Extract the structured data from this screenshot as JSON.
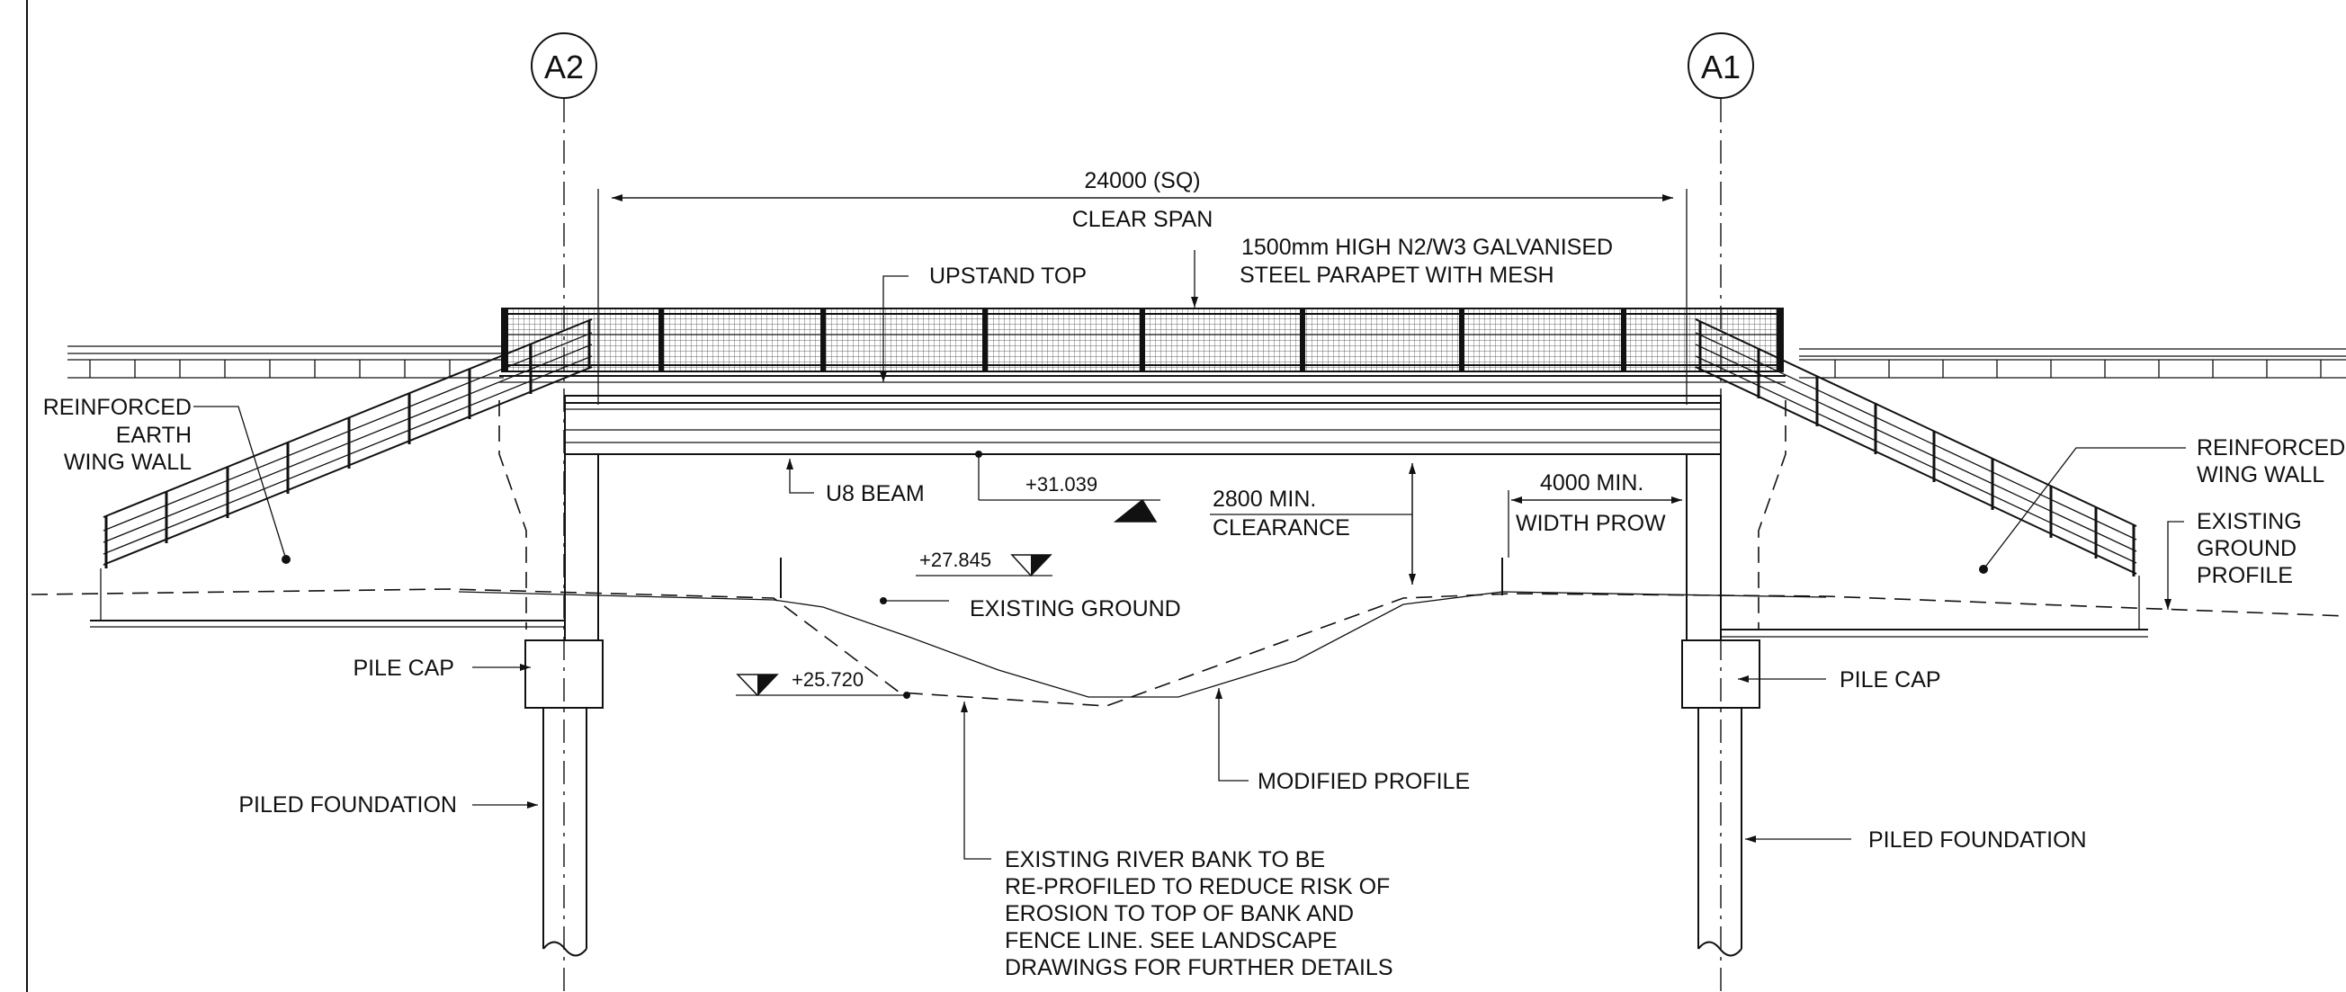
{
  "gridlines": [
    {
      "label": "A2"
    },
    {
      "label": "A1"
    }
  ],
  "span": {
    "dimension": "24000 (SQ)",
    "label": "CLEAR SPAN"
  },
  "callouts": {
    "parapet_line1": "1500mm HIGH N2/W3 GALVANISED",
    "parapet_line2": "STEEL PARAPET  WITH MESH",
    "upstand_top": "UPSTAND TOP",
    "wing_wall_left_line1": "REINFORCED",
    "wing_wall_left_line2": "EARTH",
    "wing_wall_left_line3": "WING WALL",
    "wing_wall_right_line1": "REINFORCED EARTH",
    "wing_wall_right_line2": "WING WALL",
    "existing_ground_profile_line1": "EXISTING",
    "existing_ground_profile_line2": "GROUND",
    "existing_ground_profile_line3": "PROFILE",
    "u8_beam": "U8 BEAM",
    "clearance_line1": "2800 MIN.",
    "clearance_line2": "CLEARANCE",
    "prow_line1": "4000 MIN.",
    "prow_line2": "WIDTH PROW",
    "existing_ground": "EXISTING GROUND",
    "pile_cap_left": "PILE CAP",
    "pile_cap_right": "PILE CAP",
    "piled_foundation_left": "PILED FOUNDATION",
    "piled_foundation_right": "PILED FOUNDATION",
    "modified_profile": "MODIFIED PROFILE",
    "river_bank_line1": "EXISTING RIVER BANK TO BE",
    "river_bank_line2": "RE-PROFILED TO REDUCE RISK OF",
    "river_bank_line3": "EROSION TO TOP OF BANK AND",
    "river_bank_line4": "FENCE LINE. SEE LANDSCAPE",
    "river_bank_line5": "DRAWINGS FOR FURTHER DETAILS"
  },
  "levels": {
    "soffit": "+31.039",
    "ground": "+27.845",
    "bank": "+25.720"
  }
}
